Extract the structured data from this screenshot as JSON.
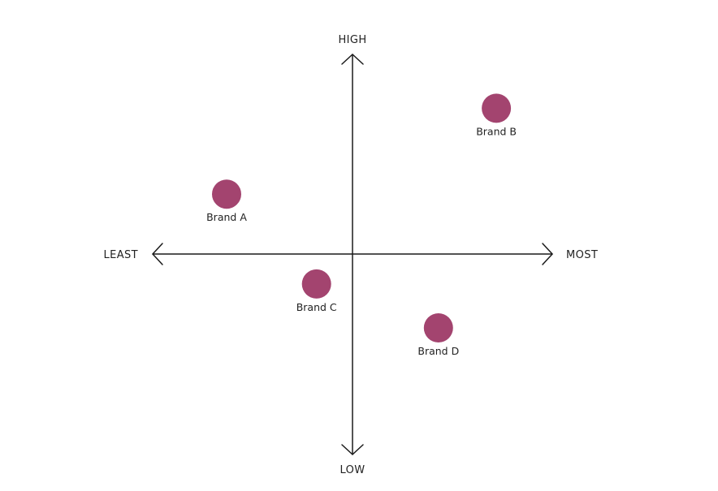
{
  "chart_data": {
    "type": "scatter",
    "title": "",
    "xlabel": "",
    "ylabel": "",
    "x_axis": {
      "min_label": "LEAST",
      "max_label": "MOST",
      "range": [
        -1,
        1
      ]
    },
    "y_axis": {
      "min_label": "LOW",
      "max_label": "HIGH",
      "range": [
        -1,
        1
      ]
    },
    "grid": false,
    "legend": "none",
    "point_color": "#A3446F",
    "points": [
      {
        "label": "Brand A",
        "x": -0.63,
        "y": 0.3
      },
      {
        "label": "Brand B",
        "x": 0.72,
        "y": 0.73
      },
      {
        "label": "Brand C",
        "x": -0.18,
        "y": -0.15
      },
      {
        "label": "Brand D",
        "x": 0.43,
        "y": -0.37
      }
    ]
  }
}
